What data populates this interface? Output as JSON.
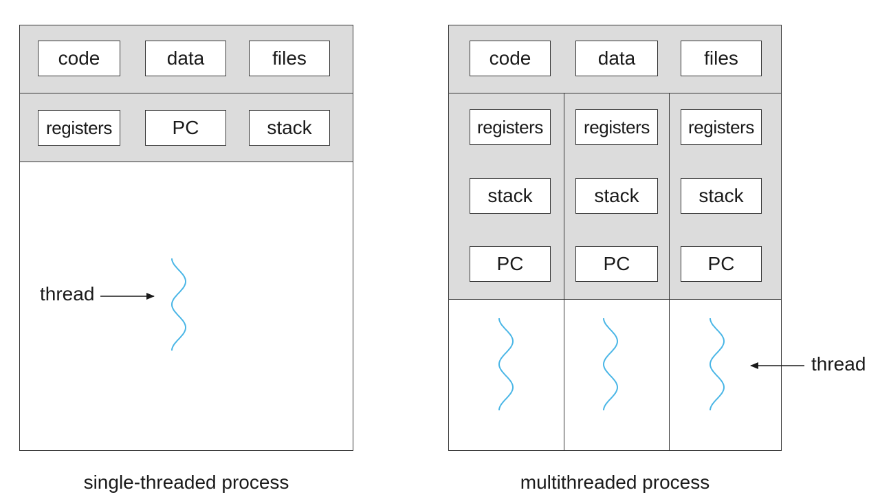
{
  "single": {
    "shared": [
      "code",
      "data",
      "files"
    ],
    "thread": [
      "registers",
      "PC",
      "stack"
    ],
    "thread_label": "thread",
    "caption": "single-threaded process"
  },
  "multi": {
    "shared": [
      "code",
      "data",
      "files"
    ],
    "threads": [
      [
        "registers",
        "stack",
        "PC"
      ],
      [
        "registers",
        "stack",
        "PC"
      ],
      [
        "registers",
        "stack",
        "PC"
      ]
    ],
    "thread_label": "thread",
    "caption": "multithreaded process"
  },
  "colors": {
    "thread": "#4ab6e6",
    "panel": "#dcdcdc",
    "line": "#333333"
  }
}
